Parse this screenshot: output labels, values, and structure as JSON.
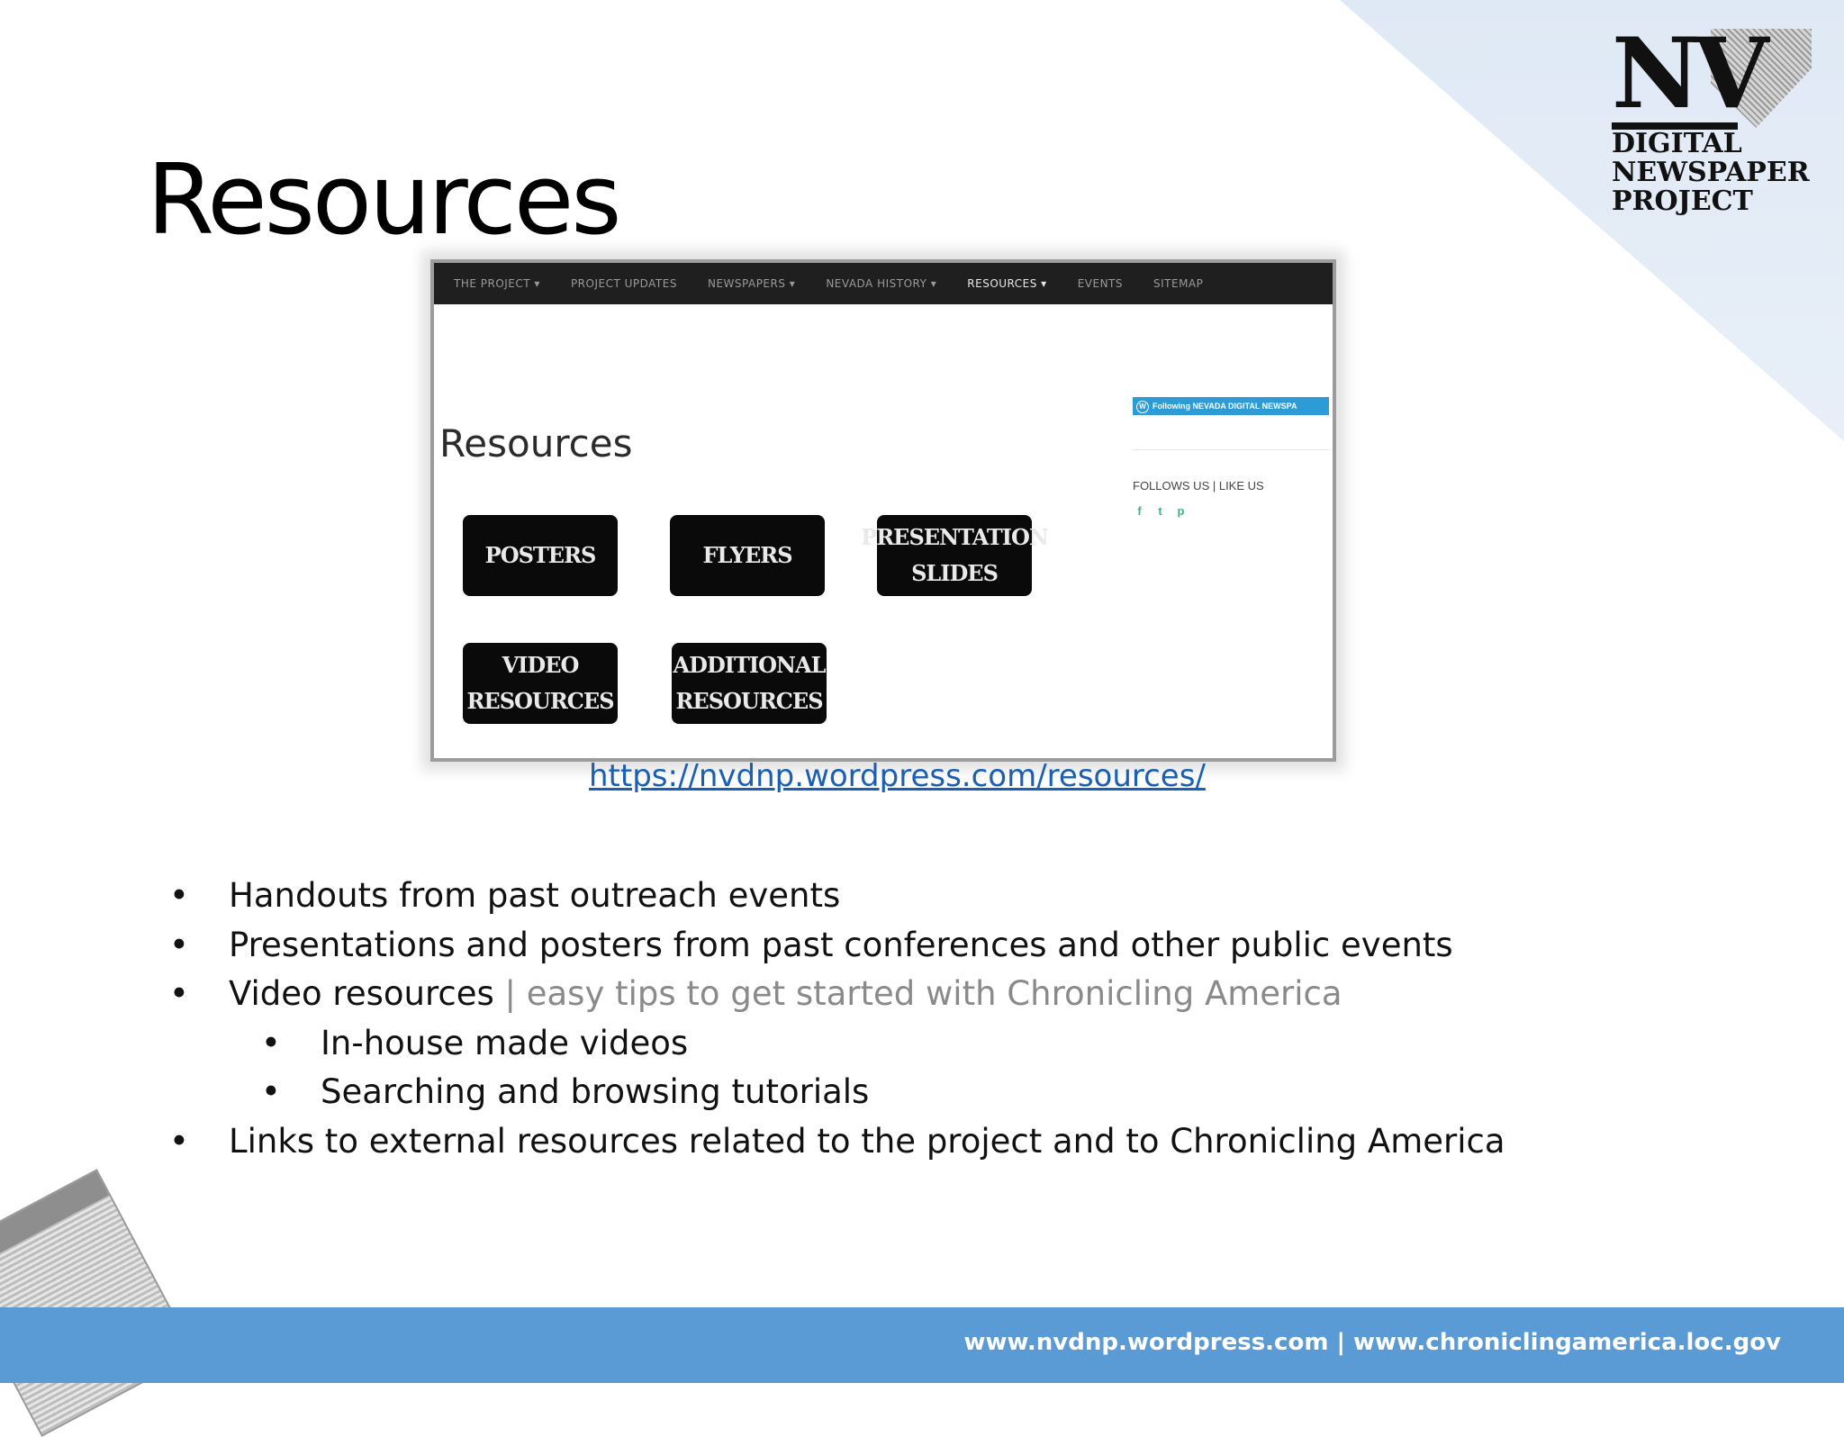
{
  "slide": {
    "title": "Resources",
    "url": "https://nvdnp.wordpress.com/resources/",
    "footer": "www.nvdnp.wordpress.com | www.chroniclingamerica.loc.gov"
  },
  "logo": {
    "mark": "NV",
    "text": "DIGITAL\nNEWSPAPER\nPROJECT"
  },
  "screenshot": {
    "nav": [
      "THE PROJECT ▾",
      "PROJECT UPDATES",
      "NEWSPAPERS ▾",
      "NEVADA HISTORY ▾",
      "RESOURCES ▾",
      "EVENTS",
      "SITEMAP"
    ],
    "heading": "Resources",
    "buttons": [
      "POSTERS",
      "FLYERS",
      "PRESENTATION\nSLIDES",
      "VIDEO\nRESOURCES",
      "ADDITIONAL\nRESOURCES"
    ],
    "follow_badge": "Following NEVADA DIGITAL NEWSPA",
    "follows_label": "FOLLOWS US | LIKE US",
    "social_icons": [
      "facebook-icon",
      "twitter-icon",
      "pinterest-icon"
    ]
  },
  "bullets": [
    "Handouts from past outreach events",
    "Presentations and posters from past conferences and other public events",
    {
      "main": "Video resources",
      "muted": " | easy tips to get started with Chronicling America"
    },
    "In-house made videos",
    "Searching and browsing tutorials",
    "Links to external resources related to the project and to Chronicling America"
  ]
}
